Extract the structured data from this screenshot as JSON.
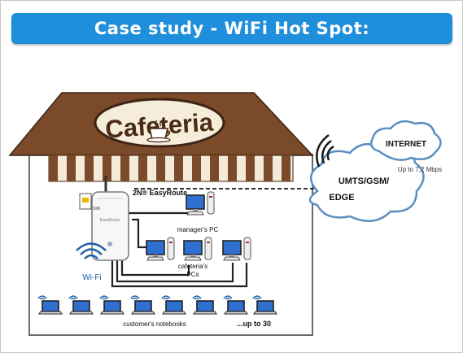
{
  "banner": {
    "title": "Case study - WiFi Hot Spot:"
  },
  "building": {
    "sign_text": "Cafeteria",
    "router_label": "2N® EasyRoute",
    "router_brand": "EasyRoute",
    "wifi_label": "Wi-Fi",
    "sim_label": "SIM",
    "manager_label": "manager's PC",
    "cafeteria_label_line1": "cafeteria's",
    "cafeteria_label_line2": "PCs",
    "notebooks_label": "customer's notebooks",
    "up_to_label": "...up to 30"
  },
  "network": {
    "umts_line1": "UMTS/GSM/",
    "umts_line2": "EDGE",
    "internet_label": "INTERNET",
    "speed_label": "Up to 7,2 Mbps"
  },
  "colors": {
    "banner": "#1f8fdb",
    "roof": "#7a4a2a",
    "awning_brown": "#7a4a2a",
    "awning_light": "#f3ead8",
    "wifi_blue": "#1b5fa8",
    "cloud_outline": "#5a8fc0"
  }
}
